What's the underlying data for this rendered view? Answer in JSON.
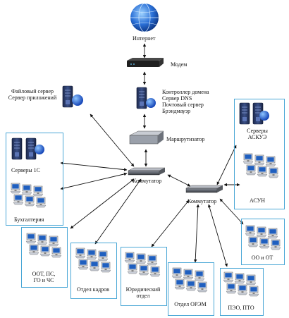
{
  "nodes": {
    "internet": "Интернет",
    "modem": "Модем",
    "dc": [
      "Контроллер домена",
      "Сервер DNS",
      "Почтовый сервер",
      "Брэндмауэр"
    ],
    "file_server": [
      "Файловый сервер",
      "Сервер приложений"
    ],
    "router": "Маршрутизатор",
    "switch1": "Коммутатор",
    "switch2": "Коммутатор",
    "servers_1c": "Серверы 1С",
    "accounting": "Бухгалтерия",
    "askue": [
      "Серверы",
      "АСКУЭ"
    ],
    "asun": "АСУН",
    "oot": [
      "ООТ, ПС,",
      "ГО и ЧС"
    ],
    "hr": "Отдел кадров",
    "legal": [
      "Юридический",
      "отдел"
    ],
    "orem": "Отдел ОРЭМ",
    "peo": "ПЭО, ПТО",
    "oo": "ОО и ОТ"
  },
  "colors": {
    "box_border": "#4aa7d6",
    "server_body": "#2c3e6e",
    "globe": "#2a6fd6",
    "monitor_screen": "#1f5fbf",
    "device": "#333333"
  }
}
